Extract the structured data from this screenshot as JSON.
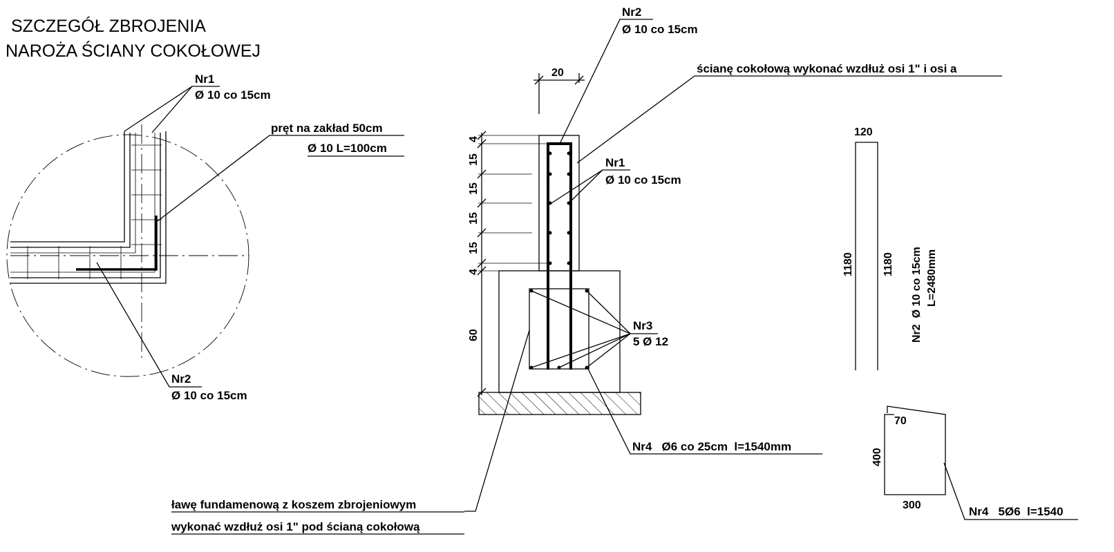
{
  "title": {
    "line1": "SZCZEGÓŁ ZBROJENIA",
    "line2": "NAROŻA ŚCIANY COKOŁOWEJ"
  },
  "corner_detail": {
    "nr1_tag": "Nr1",
    "nr1_spec": "Ø 10 co 15cm",
    "lap_bar_line1": "pręt na zakład 50cm",
    "lap_bar_line2": "Ø 10 L=100cm",
    "nr2_tag": "Nr2",
    "nr2_spec": "Ø 10 co 15cm"
  },
  "section": {
    "nr2_tag": "Nr2",
    "nr2_spec": "Ø 10 co 15cm",
    "wall_width": "20",
    "wall_note": "ścianę cokołową wykonać wzdłuż osi 1\" i osi a",
    "nr1_tag": "Nr1",
    "nr1_spec": "Ø 10 co 15cm",
    "nr3_tag": "Nr3",
    "nr3_spec": "5 Ø 12",
    "nr4_spec": "Nr4   Ø6 co 25cm  l=1540mm",
    "footing_note_line1": "ławę fundamenową z koszem zbrojeniowym",
    "footing_note_line2": "wykonać wzdłuż osi 1\" pod ścianą cokołową",
    "vertical_dims": [
      "4",
      "15",
      "15",
      "15",
      "15",
      "4"
    ],
    "footing_height": "60"
  },
  "bar_nr2_shape": {
    "top_length": "120",
    "left_length": "1180",
    "right_length": "1180",
    "spec_line1": "Nr2  Ø 10 co 15cm",
    "spec_line2": "L=2480mm"
  },
  "bar_nr4_shape": {
    "hook": "70",
    "height": "400",
    "width": "300",
    "spec": "Nr4   5Ø6  l=1540"
  }
}
